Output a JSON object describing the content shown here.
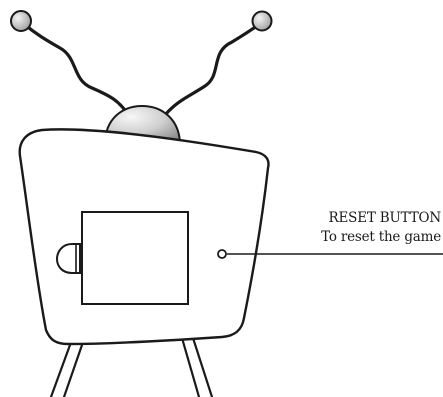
{
  "callout": {
    "title": "RESET BUTTON",
    "description": "To reset the game"
  },
  "colors": {
    "outline": "#1a1a1a",
    "background": "#ffffff",
    "dome_light": "#f2f2f2",
    "dome_dark": "#9a9a9a",
    "antenna_knob": "#cfcfcf"
  },
  "icons": {
    "device": "tv-shaped-game-console",
    "reset": "reset-button-hole"
  }
}
